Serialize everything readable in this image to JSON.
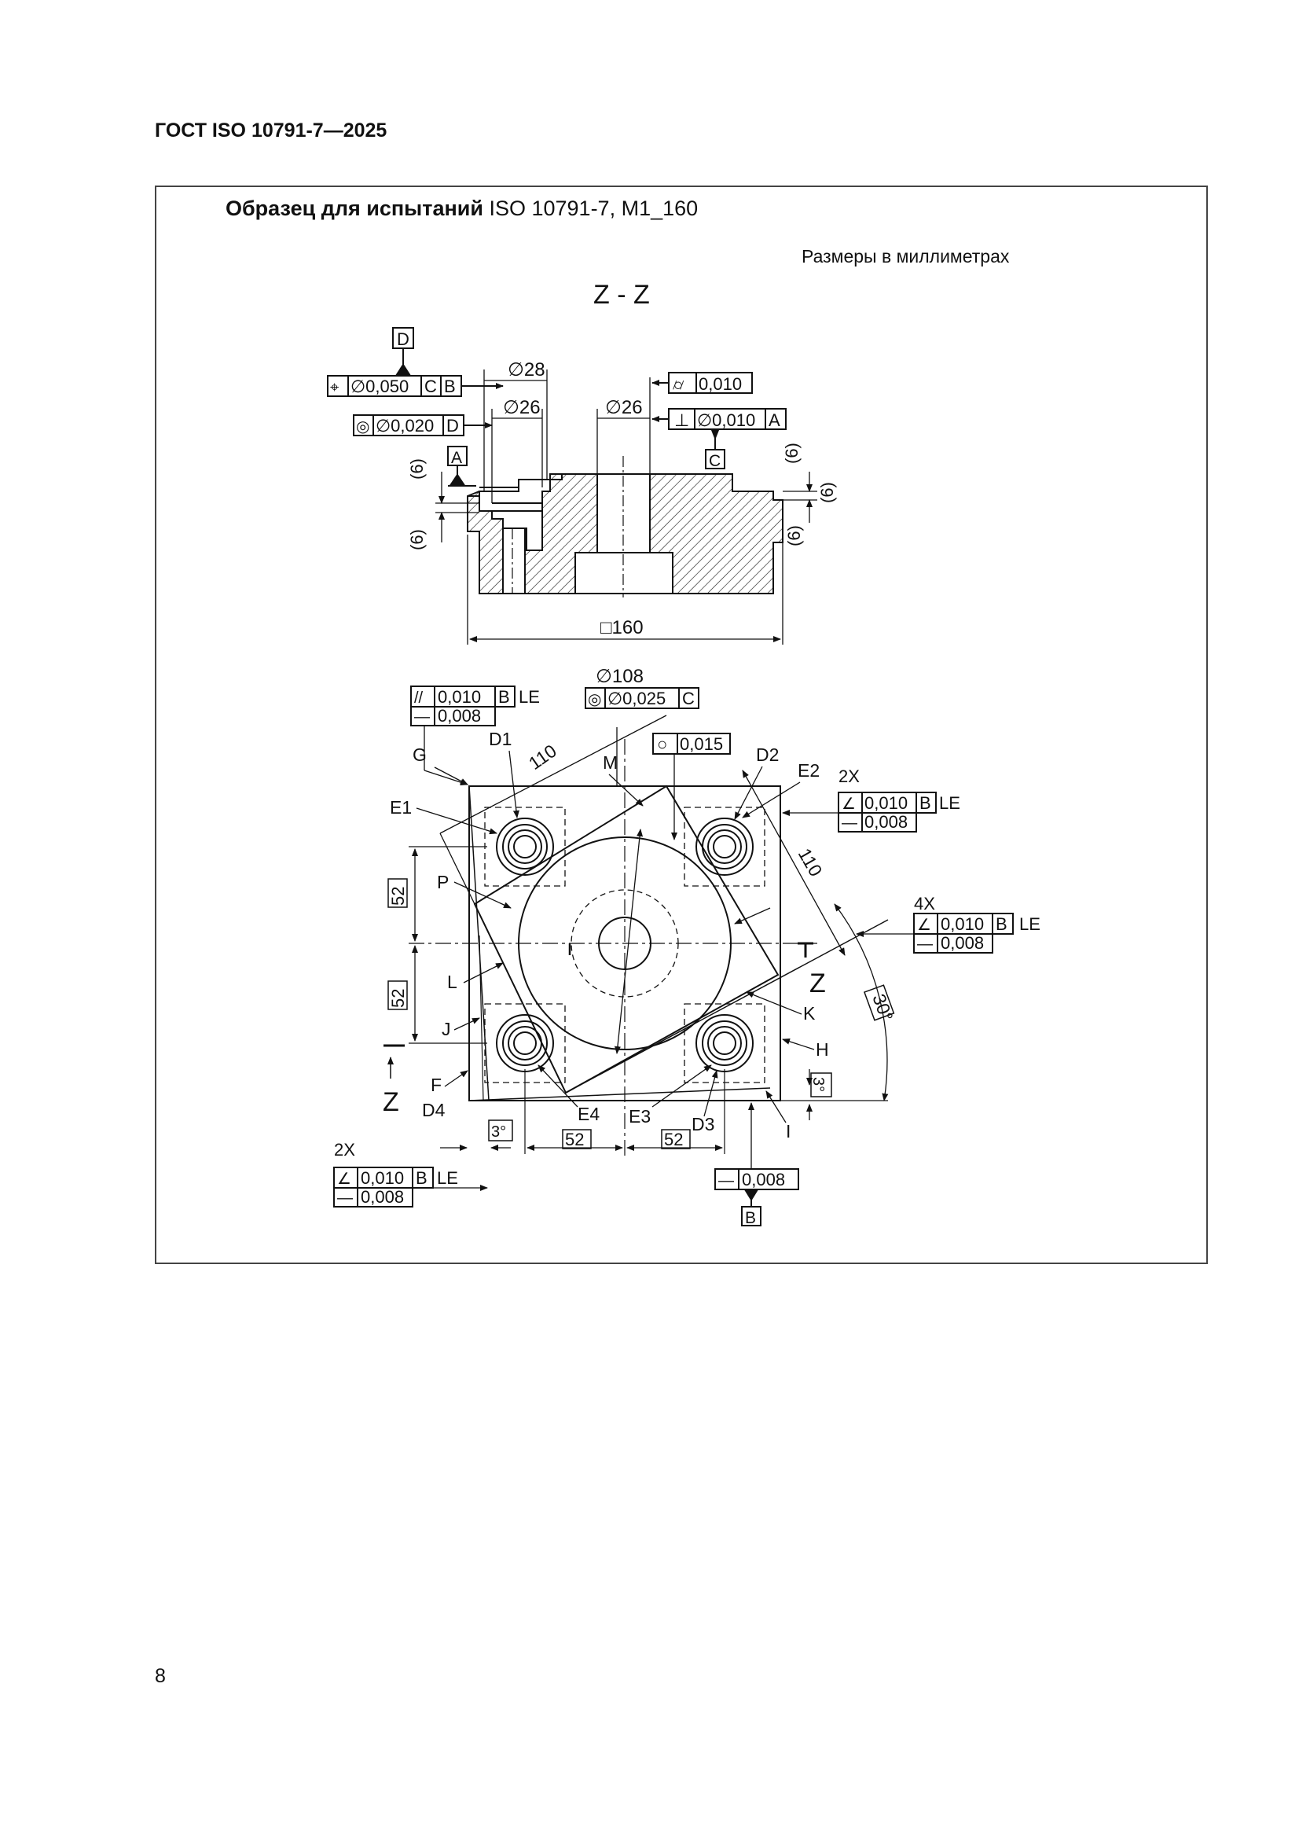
{
  "header": "ГОСТ ISO 10791-7—2025",
  "title": {
    "bold": "Образец для испытаний",
    "rest": " ISO 10791-7, M1_160"
  },
  "units_note": "Размеры в миллиметрах",
  "page_number": "8",
  "section": {
    "label": "Z - Z",
    "datum_d": "D",
    "datum_a": "A",
    "datum_c": "C",
    "fcf_position": {
      "symbol": "⌖",
      "value": "∅0,050",
      "ref1": "C",
      "ref2": "B"
    },
    "fcf_concentric": {
      "symbol": "◎",
      "value": "∅0,020",
      "ref1": "D"
    },
    "fcf_cylindricity": {
      "symbol": "⌭",
      "value": "0,010"
    },
    "fcf_perpendicular": {
      "symbol": "⊥",
      "value": "∅0,010",
      "ref1": "A"
    },
    "dim_d28": "∅28",
    "dim_d26_left": "∅26",
    "dim_d26_center": "∅26",
    "dim_6": "(6)",
    "dim_160": "□160"
  },
  "plan": {
    "dim_d108": "∅108",
    "fcf_center_concentric": {
      "symbol": "◎",
      "value": "∅0,025",
      "ref1": "C"
    },
    "fcf_parallel": {
      "symbol": "//",
      "value": "0,010",
      "ref1": "B",
      "suffix": "LE"
    },
    "fcf_straight_top": {
      "symbol": "—",
      "value": "0,008"
    },
    "fcf_roundness": {
      "symbol": "○",
      "value": "0,015"
    },
    "fcf_right_2x": {
      "count": "2X",
      "symbol": "∠",
      "value": "0,010",
      "ref1": "B",
      "suffix": "LE",
      "symbol2": "—",
      "value2": "0,008"
    },
    "fcf_right_4x": {
      "count": "4X",
      "symbol": "∠",
      "value": "0,010",
      "ref1": "B",
      "suffix": "LE",
      "symbol2": "—",
      "value2": "0,008"
    },
    "fcf_left_2x": {
      "count": "2X",
      "symbol": "∠",
      "value": "0,010",
      "ref1": "B",
      "suffix": "LE",
      "symbol2": "—",
      "value2": "0,008"
    },
    "fcf_bottom": {
      "symbol": "—",
      "value": "0,008"
    },
    "datum_b": "B",
    "dim_110_top": "110",
    "dim_110_right": "110",
    "dim_52": "52",
    "dim_3deg": "3°",
    "dim_30deg": "30°",
    "section_mark": "Z",
    "labels": {
      "G": "G",
      "D1": "D1",
      "M": "M",
      "D2": "D2",
      "E2": "E2",
      "E1": "E1",
      "P": "P",
      "L": "L",
      "J": "J",
      "F": "F",
      "D4": "D4",
      "E4": "E4",
      "E3": "E3",
      "D3": "D3",
      "I": "I",
      "H": "H",
      "K": "K"
    }
  }
}
